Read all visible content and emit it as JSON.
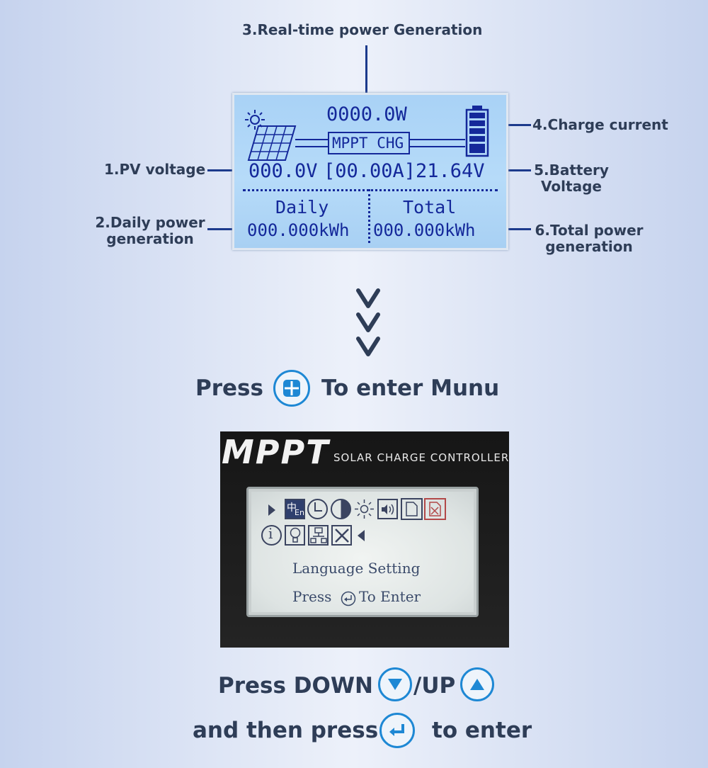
{
  "callouts": {
    "realtime": "3.Real-time power Generation",
    "charge": "4.Charge current",
    "pv": "1.PV voltage",
    "battery_l1": "5.Battery",
    "battery_l2": "Voltage",
    "daily_l1": "2.Daily power",
    "daily_l2": "generation",
    "total_l1": "6.Total power",
    "total_l2": "generation"
  },
  "lcd1": {
    "power": "0000.0W",
    "mode": "MPPT CHG",
    "pv_voltage": "000.0V",
    "current": "[00.00A]",
    "battery_voltage": "21.64V",
    "daily_label": "Daily",
    "total_label": "Total",
    "daily_value": "000.000kWh",
    "total_value": "000.000kWh"
  },
  "step1": {
    "press": "Press",
    "to_enter": "To enter Munu"
  },
  "lcd2": {
    "brand": "MPPT",
    "subtitle": "SOLAR CHARGE CONTROLLER",
    "lang_icon": "中",
    "lang_sub": "En",
    "info_icon": "i",
    "line1": "Language Setting",
    "line2_press": "Press",
    "line2_enter": "To Enter"
  },
  "step2": {
    "press_down": "Press DOWN",
    "up": "/UP",
    "and_then": "and then press",
    "to_enter": "to enter"
  },
  "icons": [
    "sun-icon",
    "solar-panel-icon",
    "battery-icon",
    "menu-button-icon",
    "down-button-icon",
    "up-button-icon",
    "enter-button-icon"
  ],
  "colors": {
    "accent": "#1e88d4",
    "line": "#1c3a8c",
    "lcd_text": "#14289a"
  }
}
